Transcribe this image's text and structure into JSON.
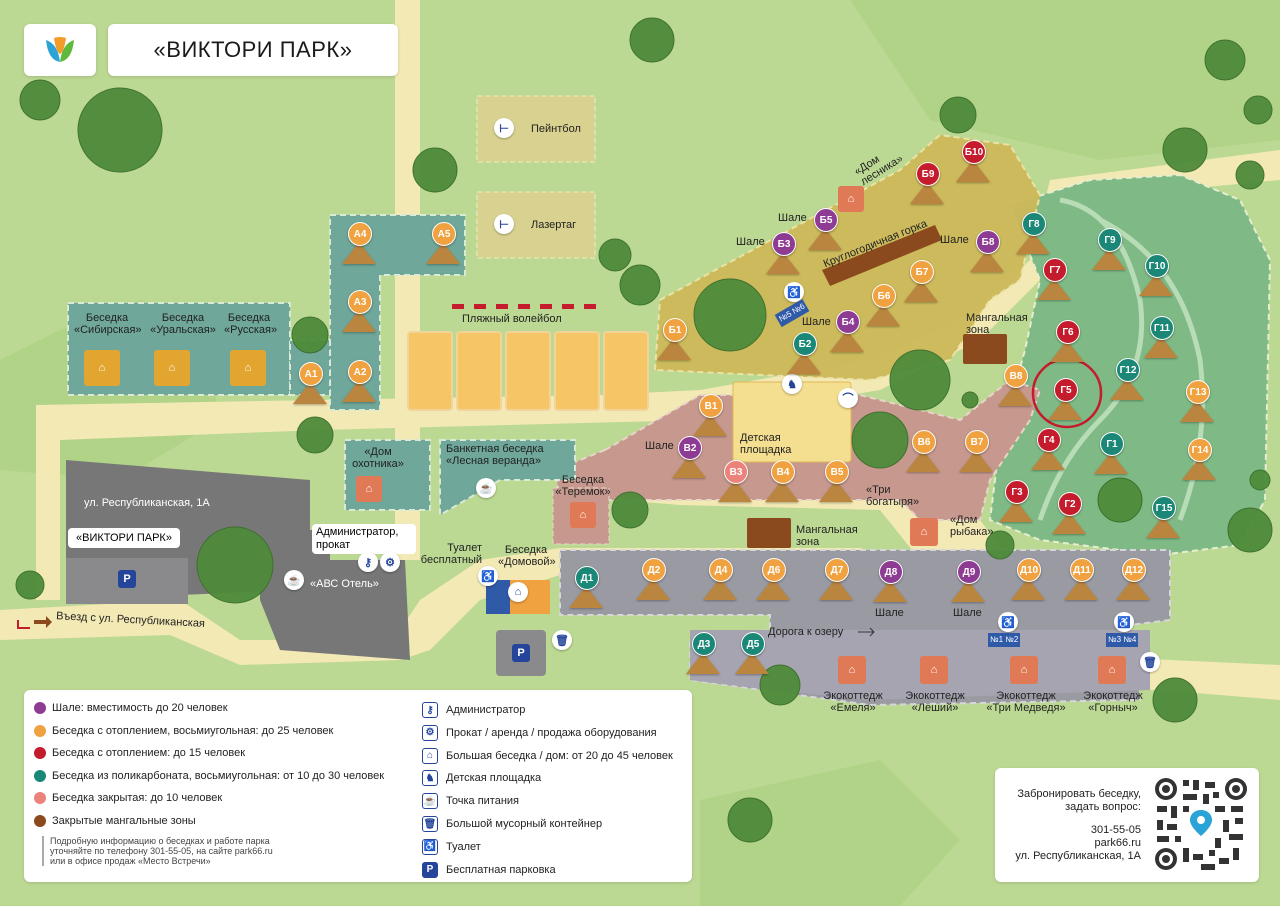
{
  "header": {
    "title": "«ВИКТОРИ ПАРК»"
  },
  "colors": {
    "grass": "#bcd993",
    "road": "#f3e9b5",
    "zone_teal": "#6fa79a",
    "zone_pink": "#c7998e",
    "zone_gray": "#9a9aa3",
    "zone_olive": "#cdb95a",
    "forest": "#7fba86"
  },
  "places": {
    "paintball": "Пейнтбол",
    "lasertag": "Лазертаг",
    "volleyball": "Пляжный волейбол",
    "sib": "Беседка «Сибирская»",
    "ural": "Беседка «Уральская»",
    "rus": "Беседка «Русская»",
    "dom_ohotnika": "«Дом охотника»",
    "banket": "Банкетная беседка «Лесная веранда»",
    "teremok": "Беседка «Теремок»",
    "domovoy": "Беседка «Домовой»",
    "tualet": "Туалет бесплатный",
    "admin": "Администратор, прокат",
    "hotel": "«АВС Отель»",
    "street": "ул. Республиканская, 1А",
    "park_sign": "«ВИКТОРИ ПАРК»",
    "entry": "Въезд с ул. Республиканская",
    "detskaya": "Детская площадка",
    "mangal1": "Мангальная зона",
    "mangal2": "Мангальная зона",
    "tri_bog": "«Три богатыря»",
    "dom_rybaka": "«Дом рыбака»",
    "dom_lesnika": "«Дом лесника»",
    "gorka": "Круглогодичная горка",
    "road_lake": "Дорога к озеру",
    "eko1": "Экокоттедж «Емеля»",
    "eko2": "Экокоттедж «Леший»",
    "eko3": "Экокоттедж «Три Медведя»",
    "eko4": "Экокоттедж «Горныч»",
    "shale": "Шале"
  },
  "markers": [
    {
      "id": "A1",
      "label": "А1",
      "color": "orange"
    },
    {
      "id": "A2",
      "label": "А2",
      "color": "orange"
    },
    {
      "id": "A3",
      "label": "А3",
      "color": "orange"
    },
    {
      "id": "A4",
      "label": "А4",
      "color": "orange"
    },
    {
      "id": "A5",
      "label": "А5",
      "color": "orange"
    },
    {
      "id": "B1",
      "label": "Б1",
      "color": "orange"
    },
    {
      "id": "B2",
      "label": "Б2",
      "color": "teal"
    },
    {
      "id": "B3",
      "label": "Б3",
      "color": "purple"
    },
    {
      "id": "B4",
      "label": "Б4",
      "color": "purple"
    },
    {
      "id": "B5",
      "label": "Б5",
      "color": "purple"
    },
    {
      "id": "B6",
      "label": "Б6",
      "color": "orange"
    },
    {
      "id": "B7",
      "label": "Б7",
      "color": "orange"
    },
    {
      "id": "B8",
      "label": "Б8",
      "color": "purple"
    },
    {
      "id": "B9",
      "label": "Б9",
      "color": "red"
    },
    {
      "id": "B10",
      "label": "Б10",
      "color": "red"
    },
    {
      "id": "V1",
      "label": "В1",
      "color": "orange"
    },
    {
      "id": "V2",
      "label": "В2",
      "color": "purple"
    },
    {
      "id": "V3",
      "label": "В3",
      "color": "pink"
    },
    {
      "id": "V4",
      "label": "В4",
      "color": "orange"
    },
    {
      "id": "V5",
      "label": "В5",
      "color": "orange"
    },
    {
      "id": "V6",
      "label": "В6",
      "color": "orange"
    },
    {
      "id": "V7",
      "label": "В7",
      "color": "orange"
    },
    {
      "id": "V8",
      "label": "В8",
      "color": "orange"
    },
    {
      "id": "G1",
      "label": "Г1",
      "color": "teal"
    },
    {
      "id": "G2",
      "label": "Г2",
      "color": "red"
    },
    {
      "id": "G3",
      "label": "Г3",
      "color": "red"
    },
    {
      "id": "G4",
      "label": "Г4",
      "color": "red"
    },
    {
      "id": "G5",
      "label": "Г5",
      "color": "red"
    },
    {
      "id": "G6",
      "label": "Г6",
      "color": "red"
    },
    {
      "id": "G7",
      "label": "Г7",
      "color": "red"
    },
    {
      "id": "G8",
      "label": "Г8",
      "color": "teal"
    },
    {
      "id": "G9",
      "label": "Г9",
      "color": "teal"
    },
    {
      "id": "G10",
      "label": "Г10",
      "color": "teal"
    },
    {
      "id": "G11",
      "label": "Г11",
      "color": "teal"
    },
    {
      "id": "G12",
      "label": "Г12",
      "color": "teal"
    },
    {
      "id": "G13",
      "label": "Г13",
      "color": "orange"
    },
    {
      "id": "G14",
      "label": "Г14",
      "color": "orange"
    },
    {
      "id": "G15",
      "label": "Г15",
      "color": "teal"
    },
    {
      "id": "D1",
      "label": "Д1",
      "color": "teal"
    },
    {
      "id": "D2",
      "label": "Д2",
      "color": "orange"
    },
    {
      "id": "D3",
      "label": "Д3",
      "color": "teal"
    },
    {
      "id": "D4",
      "label": "Д4",
      "color": "orange"
    },
    {
      "id": "D5",
      "label": "Д5",
      "color": "teal"
    },
    {
      "id": "D6",
      "label": "Д6",
      "color": "orange"
    },
    {
      "id": "D7",
      "label": "Д7",
      "color": "orange"
    },
    {
      "id": "D8",
      "label": "Д8",
      "color": "purple"
    },
    {
      "id": "D9",
      "label": "Д9",
      "color": "purple"
    },
    {
      "id": "D10",
      "label": "Д10",
      "color": "orange"
    },
    {
      "id": "D11",
      "label": "Д11",
      "color": "orange"
    },
    {
      "id": "D12",
      "label": "Д12",
      "color": "orange"
    }
  ],
  "toilets": {
    "n12": "№1 №2",
    "n34": "№3 №4",
    "n56": "№5 №6"
  },
  "legend": {
    "items_left": [
      {
        "color": "#8e3b93",
        "text": "Шале: вместимость до 20 человек"
      },
      {
        "color": "#f0a240",
        "text": "Беседка с отоплением, восьмиугольная: до 25 человек"
      },
      {
        "color": "#c41c2c",
        "text": "Беседка с отоплением: до 15 человек"
      },
      {
        "color": "#1b8777",
        "text": "Беседка из поликарбоната, восьмиугольная: от 10 до 30 человек"
      },
      {
        "color": "#ec837a",
        "text": "Беседка закрытая: до 10 человек"
      },
      {
        "color": "#8a4a1d",
        "text": "Закрытые мангальные зоны"
      }
    ],
    "items_right": [
      {
        "icon": "key-icon",
        "glyph": "⚷",
        "text": "Администратор"
      },
      {
        "icon": "bike-icon",
        "glyph": "⚙",
        "text": "Прокат / аренда / продажа оборудования"
      },
      {
        "icon": "house-icon",
        "glyph": "⌂",
        "text": "Большая беседка / дом: от 20 до 45 человек"
      },
      {
        "icon": "rocking-horse-icon",
        "glyph": "♞",
        "text": "Детская площадка"
      },
      {
        "icon": "cup-icon",
        "glyph": "☕",
        "text": "Точка питания"
      },
      {
        "icon": "trash-icon",
        "glyph": "🗑",
        "text": "Большой мусорный контейнер"
      },
      {
        "icon": "toilet-icon",
        "glyph": "♿",
        "text": "Туалет"
      },
      {
        "icon": "parking-icon",
        "glyph": "P",
        "text": "Бесплатная парковка"
      }
    ],
    "note1": "Подробную информацию о беседках и работе парка",
    "note2": "уточняйте по телефону 301-55-05, на сайте park66.ru",
    "note3": "или в офисе продаж «Место Встречи»"
  },
  "contact": {
    "line1": "Забронировать беседку,",
    "line2": "задать вопрос:",
    "phone": "301-55-05",
    "site": "park66.ru",
    "address": "ул. Республиканская, 1А"
  }
}
